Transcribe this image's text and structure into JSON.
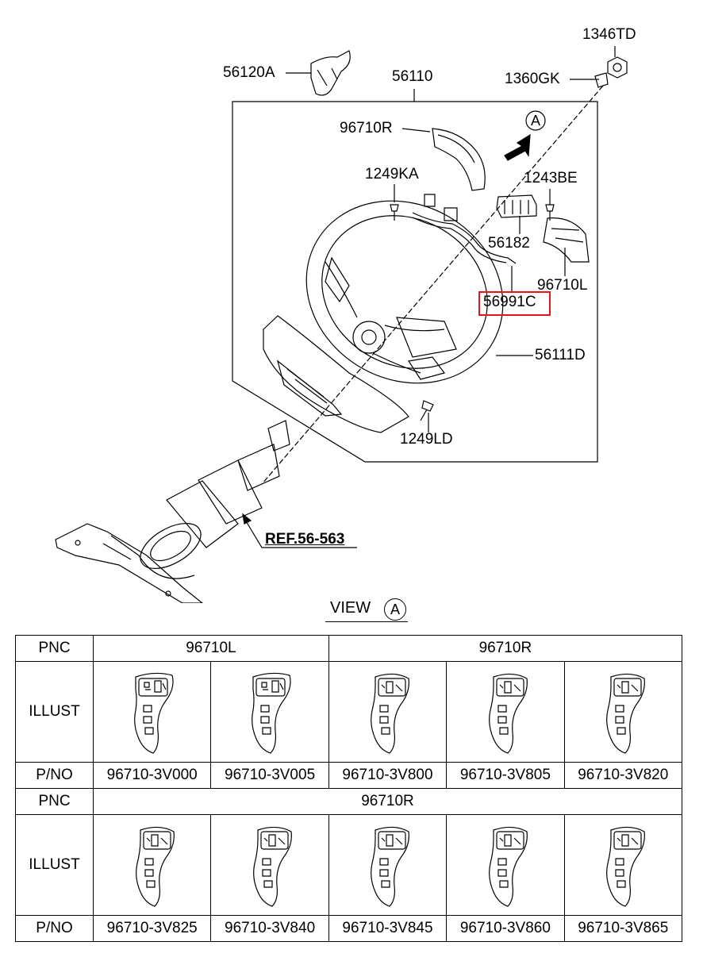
{
  "callouts": {
    "c1346TD": "1346TD",
    "c56120A": "56120A",
    "c56110": "56110",
    "c1360GK": "1360GK",
    "c96710R": "96710R",
    "c1249KA": "1249KA",
    "c1243BE": "1243BE",
    "c56182": "56182",
    "c96710L": "96710L",
    "c56991C": "56991C",
    "c56111D": "56111D",
    "c1249LD": "1249LD",
    "ref": "REF.56-563",
    "view_marker": "A"
  },
  "highlight_color": "#e5141a",
  "view": {
    "caption": "VIEW",
    "marker": "A"
  },
  "table": {
    "pnc_label": "PNC",
    "illust_label": "ILLUST",
    "pno_label": "P/NO",
    "row1": {
      "pnc_left": "96710L",
      "pnc_right": "96710R",
      "parts": [
        "96710-3V000",
        "96710-3V005",
        "96710-3V800",
        "96710-3V805",
        "96710-3V820"
      ]
    },
    "row2": {
      "pnc": "96710R",
      "parts": [
        "96710-3V825",
        "96710-3V840",
        "96710-3V845",
        "96710-3V860",
        "96710-3V865"
      ]
    }
  }
}
